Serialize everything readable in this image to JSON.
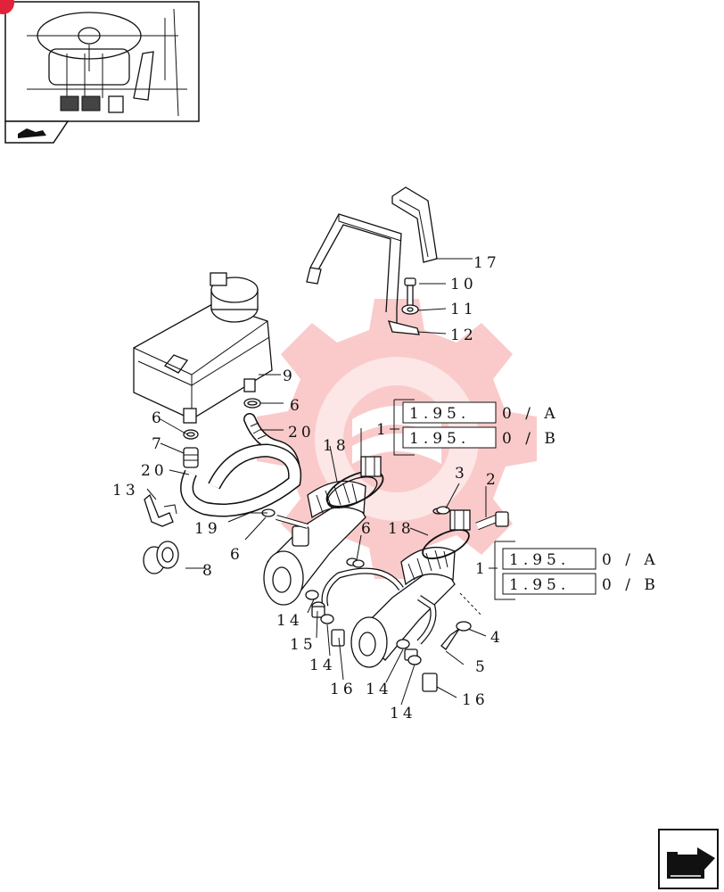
{
  "callouts": {
    "c17": "17",
    "c10": "10",
    "c11": "11",
    "c12": "12",
    "c9": "9",
    "c6a": "6",
    "c6b": "6",
    "c20a": "20",
    "c18a": "18",
    "c7": "7",
    "c20b": "20",
    "c13": "13",
    "c19": "19",
    "c6c": "6",
    "c8": "8",
    "c6d": "6",
    "c3": "3",
    "c2": "2",
    "c18b": "18",
    "c14a": "14",
    "c15a": "15",
    "c14b": "14",
    "c16a": "16",
    "c14c": "14",
    "c14d": "14",
    "c16b": "16",
    "c4": "4",
    "c5": "5",
    "c1a": "1",
    "c1b": "1"
  },
  "refs": {
    "upper": [
      {
        "code": "1.95.",
        "suffix": "0 / A"
      },
      {
        "code": "1.95.",
        "suffix": "0 / B"
      }
    ],
    "lower": [
      {
        "code": "1.95.",
        "suffix": "0 / A"
      },
      {
        "code": "1.95.",
        "suffix": "0 / B"
      }
    ]
  },
  "colors": {
    "watermark": "#f6a0a0",
    "ink": "#111111"
  }
}
